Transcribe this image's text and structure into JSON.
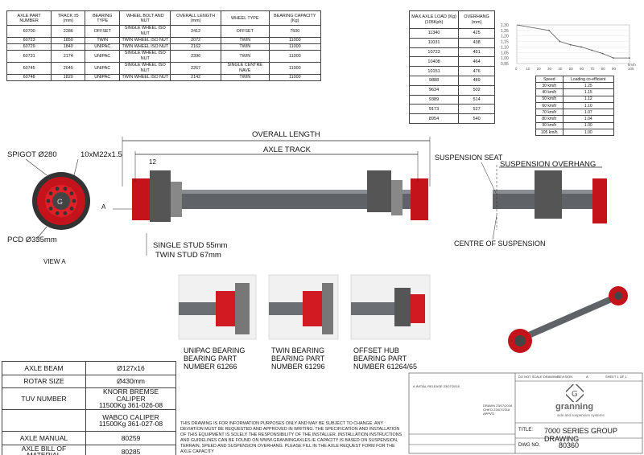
{
  "axle_table": {
    "headers": [
      "AXLE PART NUMBER",
      "TRACK ±5 (mm)",
      "BEARING TYPE",
      "WHEEL BOLT AND NUT",
      "OVERALL LENGTH (mm)",
      "WHEEL TYPE",
      "BEARING CAPACITY (Kg)"
    ],
    "rows": [
      [
        "60700",
        "2286",
        "OFFSET",
        "SINGLE WHEEL ISO NUT",
        "2412",
        "OFFSET",
        "7500"
      ],
      [
        "60723",
        "1850",
        "TWIN",
        "TWIN WHEEL ISO NUT",
        "2072",
        "TWIN",
        "11000"
      ],
      [
        "60729",
        "1840",
        "UNIPAC",
        "TWIN WHEEL ISO NUT",
        "2162",
        "TWIN",
        "11000"
      ],
      [
        "60731",
        "2174",
        "UNIPAC",
        "SINGLE WHEEL ISO NUT",
        "2396",
        "TWIN",
        "11000"
      ],
      [
        "60745",
        "2045",
        "UNIPAC",
        "SINGLE WHEEL ISO NUT",
        "2267",
        "SINGLE CENTRE NAVE",
        "11000"
      ],
      [
        "60748",
        "1820",
        "UNIPAC",
        "TWIN WHEEL ISO NUT",
        "2142",
        "TWIN",
        "11000"
      ]
    ]
  },
  "overhang_table": {
    "headers": [
      "MAX AXLE LOAD (Kg) (105Kph)",
      "OVERHANG (mm)"
    ],
    "rows": [
      [
        "11340",
        "425"
      ],
      [
        "11031",
        "438"
      ],
      [
        "10723",
        "451"
      ],
      [
        "10408",
        "464"
      ],
      [
        "10151",
        "476"
      ],
      [
        "9888",
        "489"
      ],
      [
        "9634",
        "502"
      ],
      [
        "9389",
        "514"
      ],
      [
        "9173",
        "527"
      ],
      [
        "8954",
        "540"
      ]
    ]
  },
  "chart_data": {
    "type": "line",
    "x": [
      30,
      40,
      50,
      60,
      70,
      80,
      90,
      105
    ],
    "values": [
      1.25,
      1.15,
      1.12,
      1.1,
      1.07,
      1.04,
      1.0,
      1.0
    ],
    "ylim": [
      0.95,
      1.3
    ],
    "xlim": [
      0,
      105
    ],
    "yticks": [
      "1,30",
      "1,25",
      "1,20",
      "1,15",
      "1,10",
      "1,05",
      "1,00",
      "0,95"
    ],
    "xticks": [
      "0",
      "10",
      "20",
      "30",
      "40",
      "50",
      "60",
      "70",
      "80",
      "90",
      "105"
    ],
    "x_unit": "km/h"
  },
  "speed_table": {
    "headers": [
      "Speed",
      "Loading co-efficient"
    ],
    "rows": [
      [
        "30 km/h",
        "1.25"
      ],
      [
        "40 km/h",
        "1.15"
      ],
      [
        "50 km/h",
        "1.12"
      ],
      [
        "60 km/h",
        "1.10"
      ],
      [
        "70 km/h",
        "1.07"
      ],
      [
        "80 km/h",
        "1.04"
      ],
      [
        "90 km/h",
        "1.00"
      ],
      [
        "105 km/h",
        "1.00"
      ]
    ]
  },
  "dimensions": {
    "spigot": "SPIGOT Ø280",
    "bolts": "10xM22x1.5",
    "pcd": "PCD Ø335mm",
    "view": "VIEW A",
    "overall_length": "OVERALL LENGTH",
    "axle_track": "AXLE TRACK",
    "twelve": "12",
    "view_marker": "A",
    "single_stud": "SINGLE STUD 55mm",
    "twin_stud": "TWIN STUD 67mm",
    "suspension_seat": "SUSPENSION SEAT",
    "suspension_overhang": "SUSPENSION OVERHANG",
    "centre_of_suspension": "CENTRE OF SUSPENSION"
  },
  "bearing_captions": [
    "UNIPAC BEARING\nBEARING PART\nNUMBER 61266",
    "TWIN BEARING\nBEARING PART\nNUMBER 61296",
    "OFFSET HUB\nBEARING PART\nNUMBER 61264/65"
  ],
  "spec_table": [
    [
      "AXLE BEAM",
      "Ø127x16"
    ],
    [
      "ROTAR SIZE",
      "Ø430mm"
    ],
    [
      "TUV NUMBER",
      "KNORR BREMSE CALIPER\n11500Kg 361-026-08"
    ],
    [
      "",
      "WABCO CALIPER\n11500Kg 361-027-08"
    ],
    [
      "AXLE MANUAL",
      "80259"
    ],
    [
      "AXLE BILL OF MATERIAL",
      "80285"
    ]
  ],
  "disclaimer": "THIS DRAWING IS FOR INFORMATION PURPOSES ONLY AND MAY BE SUBJECT TO CHANGE. ANY DEVIATION MUST BE REQUESTED AND APPROVED IN WRITING. THE SPECIFICATION AND INSTALLATION OF THIS EQUIPMENT IS SOLELY THE RESPONSIBILITY OF THE INSTALLER. INSTALLATION INSTRUCTIONS AND GUIDELINES CAN BE FOUND ON WWW.GRANNINGAXLES.IE CAPACITY IS BASED ON SUSPENSION, TERRAIN, SPEED AND SUSPENSION OVERHANG. PLEASE FILL IN THE AXLE REQUEST FORM FOR THE AXLE CAPACITY",
  "title_block": {
    "do_not_scale": "DO NOT SCALE DRAWING",
    "revision_label": "REVISION",
    "revision": "A",
    "sheet": "SHEET 1 OF 1",
    "title_label": "TITLE:",
    "title": "7000 SERIES GROUP DRAWING",
    "dwg_label": "DWG NO.",
    "dwg_no": "80360",
    "logo_name": "granning",
    "logo_tagline": "axle and suspension systems",
    "rows": [
      [
        "DRAWN",
        "",
        "23/07/2018"
      ],
      [
        "CHK'D",
        "",
        "23/07/2018"
      ],
      [
        "APPV'D",
        "",
        ""
      ]
    ],
    "revision_row": [
      "A",
      "INITIAL RELEASE",
      "23/07/2018"
    ]
  }
}
